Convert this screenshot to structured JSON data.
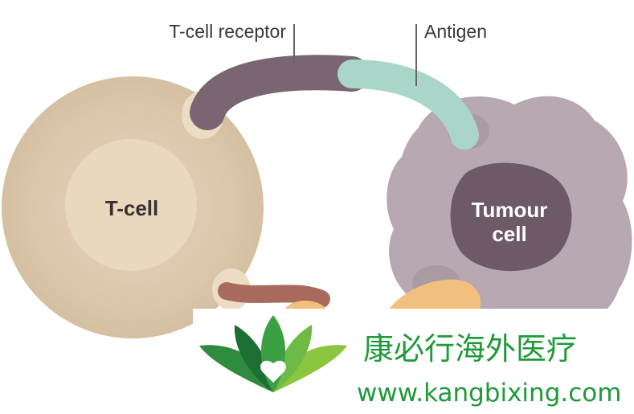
{
  "diagram": {
    "labels": {
      "tcell_receptor": "T-cell receptor",
      "antigen": "Antigen",
      "tcell": "T-cell",
      "tumour_line1": "Tumour",
      "tumour_line2": "cell"
    }
  },
  "watermark": {
    "brand_cn": "康必行海外医疗",
    "url": "www.kangbixing.com"
  },
  "colors": {
    "tcell_outer": "#dcc8ae",
    "tcell_nucleus": "#ead8bd",
    "receptor": "#7a6573",
    "antigen": "#a9d6c8",
    "tumour": "#b7a8b2",
    "tumour_nucleus": "#6d5a66",
    "tumour_text": "#ffffff",
    "tcell_text": "#3a3034",
    "lower_receptor": "#a86a5c",
    "lower_ligand": "#f2c07e",
    "brand_green": "#1f9a3a"
  }
}
